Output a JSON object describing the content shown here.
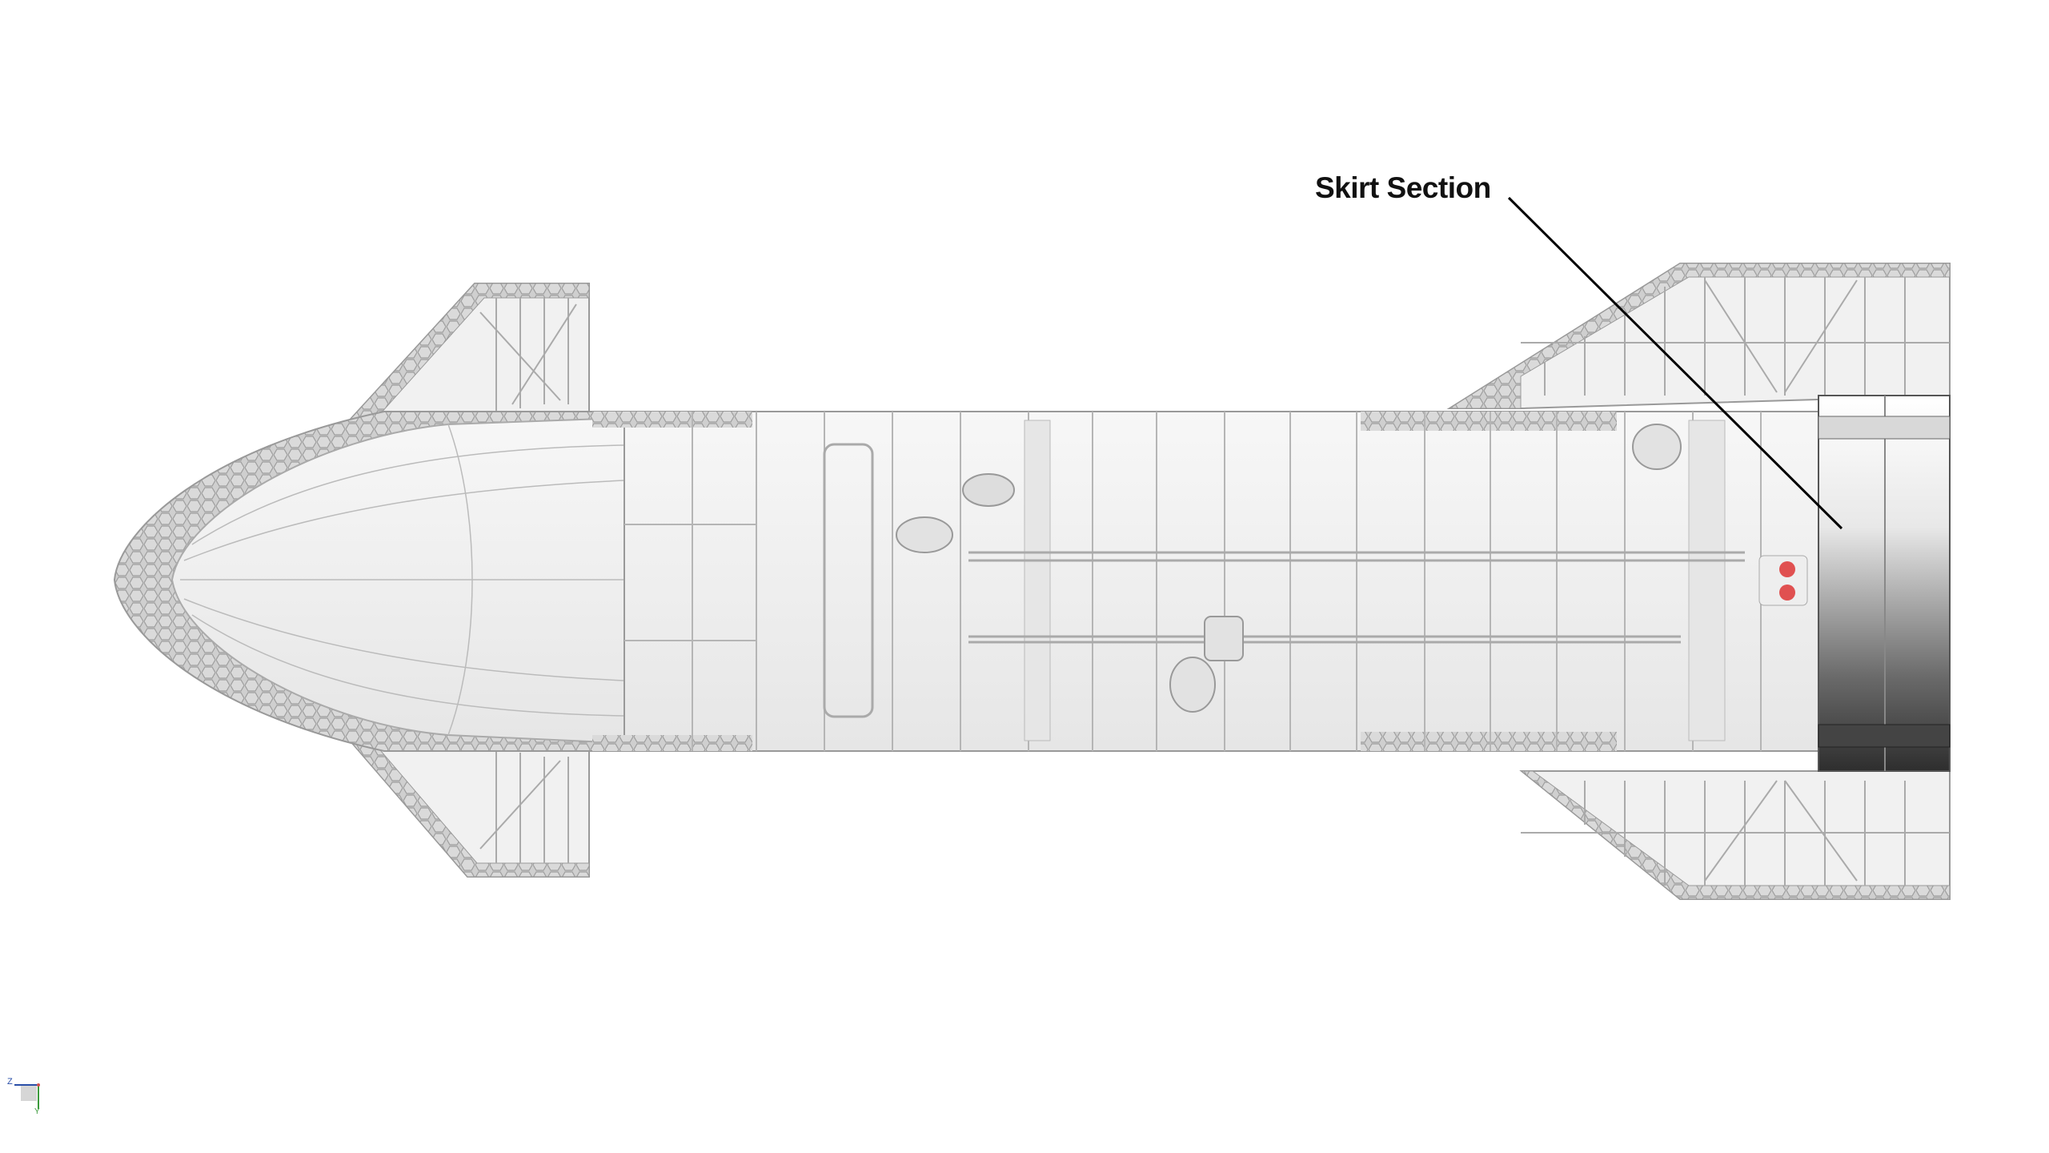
{
  "annotation": {
    "label": "Skirt Section"
  },
  "axis_triad": {
    "z_label": "Z",
    "y_label": "Y"
  },
  "colors": {
    "tile": "#c8c8c8",
    "hull": "#f0f0f0",
    "line": "#9a9a9a",
    "leader": "#000000",
    "skirt_dark": "#3a3a3a",
    "flap_marker": "#e05050"
  }
}
